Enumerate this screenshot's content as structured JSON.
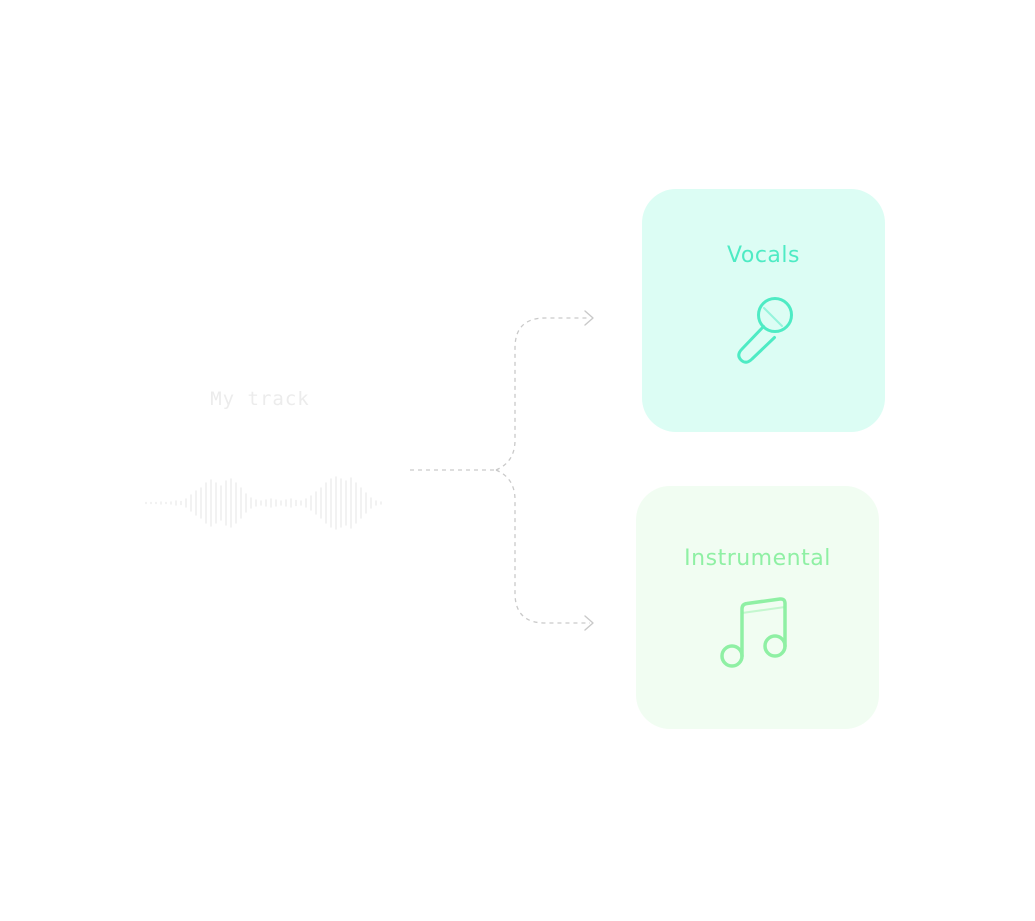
{
  "source": {
    "label": "My track",
    "icon": "waveform-icon",
    "color": "#ececec"
  },
  "connector": {
    "style": "dashed",
    "color": "#c9c9c9"
  },
  "outputs": [
    {
      "title": "Vocals",
      "icon": "microphone-icon",
      "accent": "#4eebc4",
      "background": "#dcfdf4"
    },
    {
      "title": "Instrumental",
      "icon": "music-note-icon",
      "accent": "#8ff0a4",
      "background": "#f1fdf2"
    }
  ]
}
